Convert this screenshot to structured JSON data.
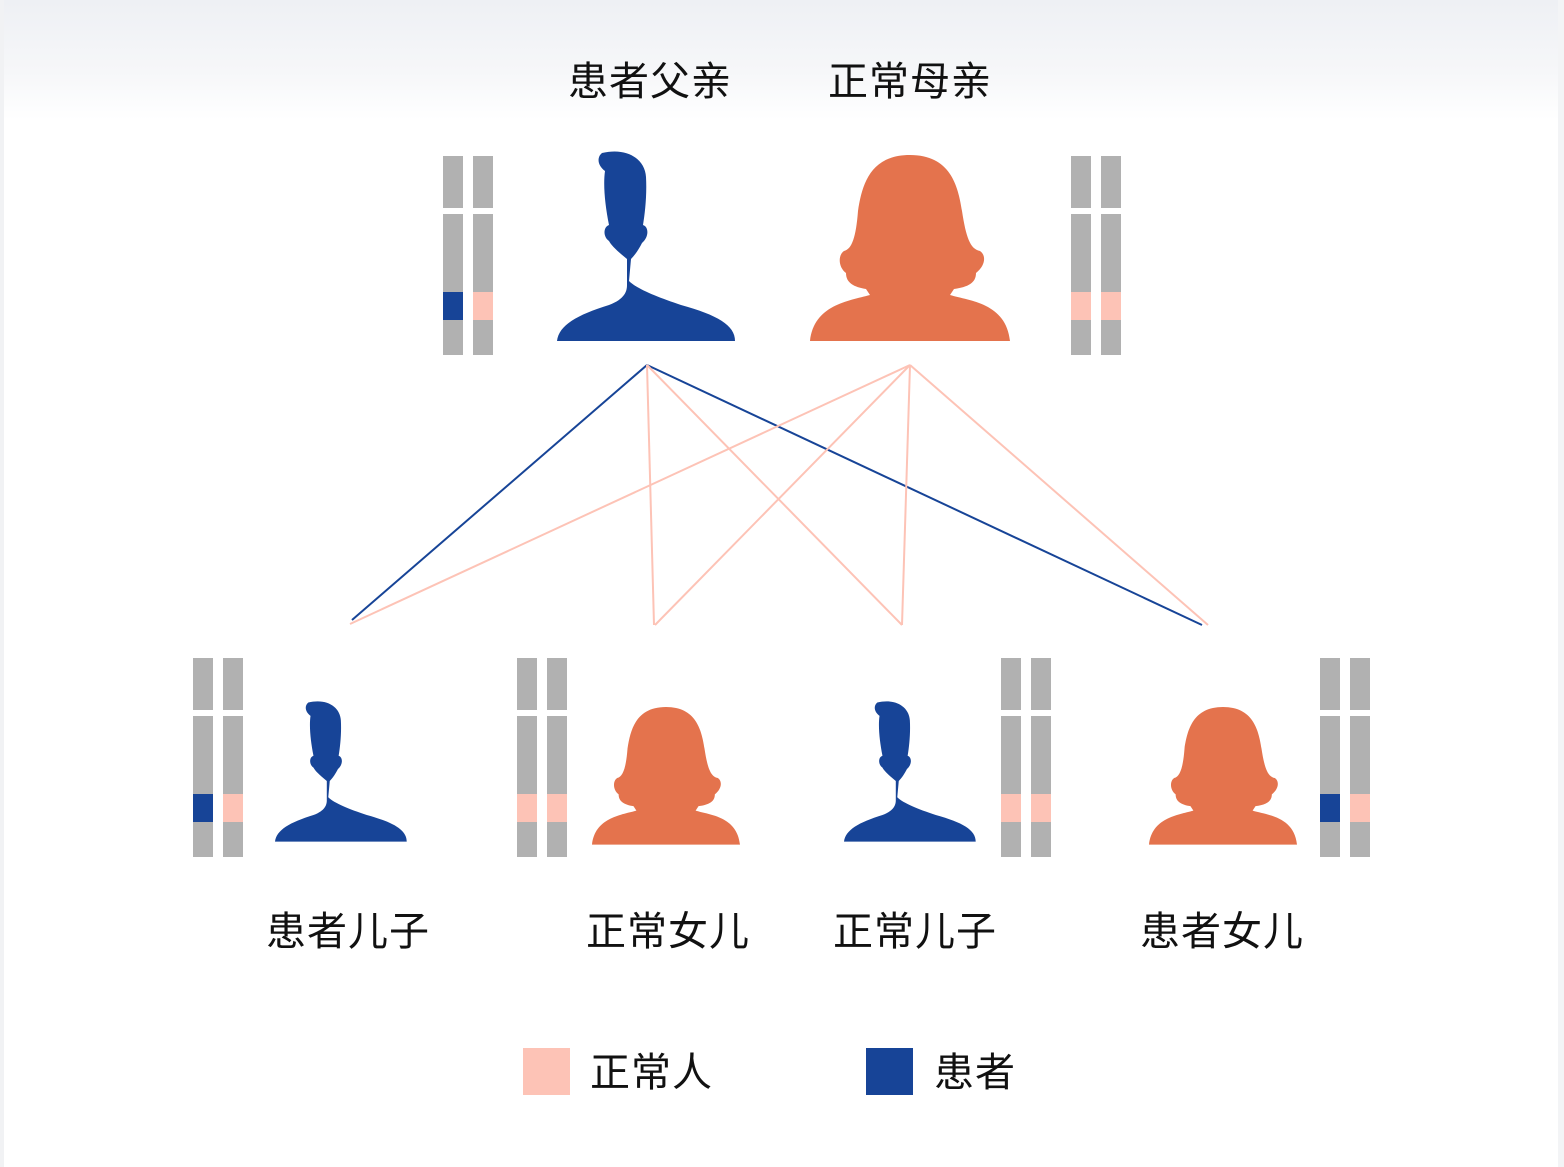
{
  "colors": {
    "affected": "#174497",
    "normal_female": "#E4734D",
    "normal_gene": "#FDC3B6",
    "chromosome": "#B1B1B1"
  },
  "parents": {
    "father_label": "患者父亲",
    "mother_label": "正常母亲"
  },
  "children": {
    "son_affected_label": "患者儿子",
    "daughter_normal_label": "正常女儿",
    "son_normal_label": "正常儿子",
    "daughter_affected_label": "患者女儿"
  },
  "legend": {
    "normal_label": "正常人",
    "affected_label": "患者"
  }
}
